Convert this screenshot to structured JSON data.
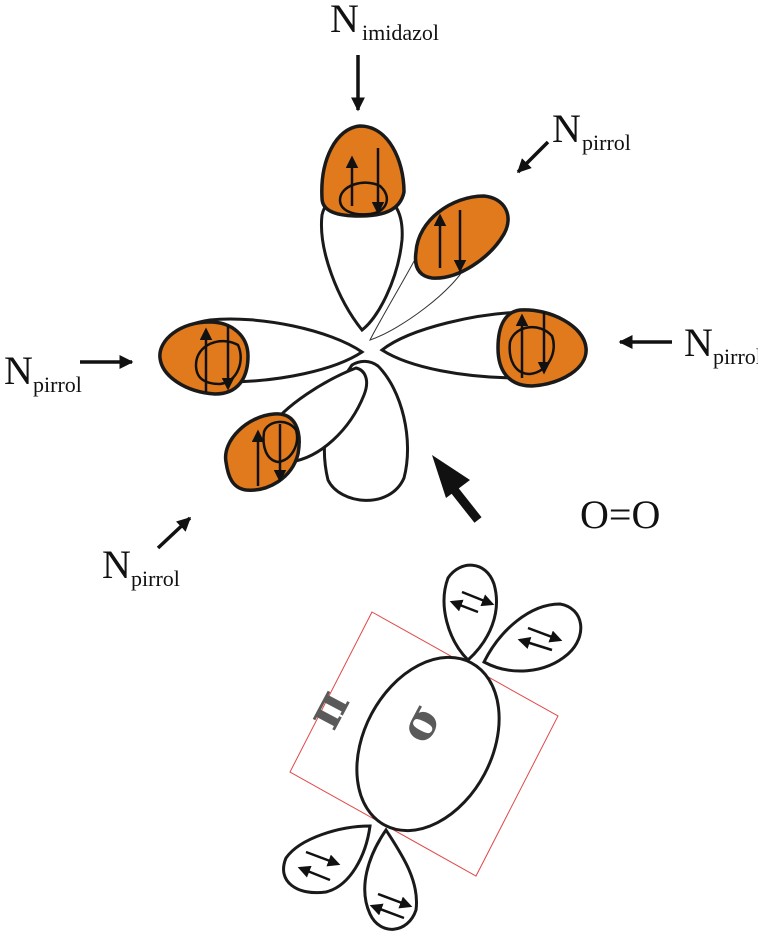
{
  "labels": {
    "n_imidazol": {
      "main": "N",
      "sub": "imidazol"
    },
    "n_pirrol_upper_right": {
      "main": "N",
      "sub": "pirrol"
    },
    "n_pirrol_left": {
      "main": "N",
      "sub": "pirrol"
    },
    "n_pirrol_right": {
      "main": "N",
      "sub": "pirrol"
    },
    "n_pirrol_lower_left": {
      "main": "N",
      "sub": "pirrol"
    },
    "o2": "O=O",
    "pi": "π",
    "sigma": "σ"
  },
  "colors": {
    "lone_pair_lobe": "#e07a1c",
    "outline": "#1a1a1a",
    "bounding_box": "#e04848"
  }
}
